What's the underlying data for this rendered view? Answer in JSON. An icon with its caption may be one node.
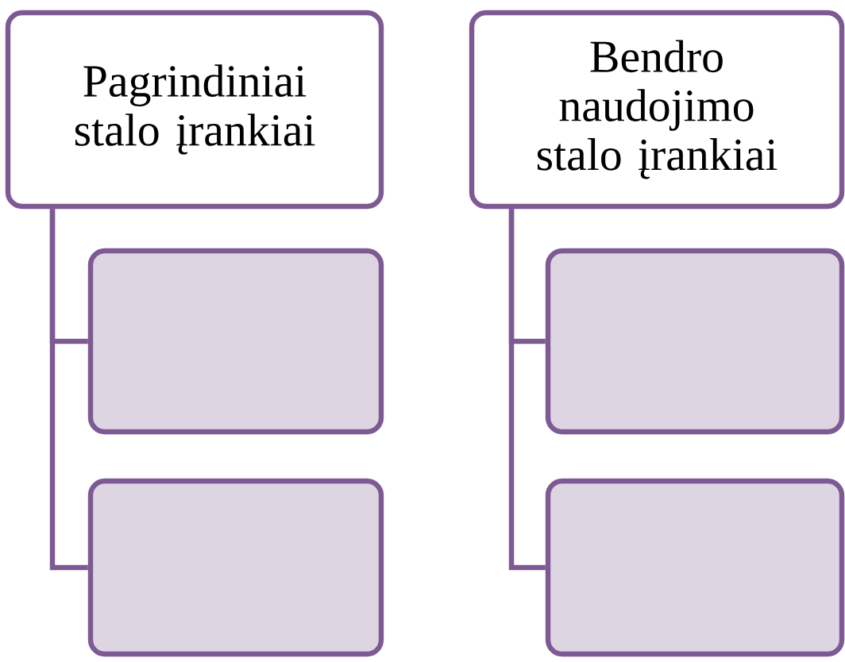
{
  "diagram": {
    "nodes": [
      {
        "text": [
          "Pagrindiniai stalo įrankiai"
        ]
      },
      {
        "text": [],
        "shape": "box"
      },
      {
        "text": [],
        "shape": "box"
      },
      {
        "text": [
          "Bendro naudojimo stalo įrankiai"
        ]
      },
      {
        "text": [],
        "shape": "box"
      },
      {
        "text": [],
        "shape": "box"
      }
    ],
    "edges": [
      {
        "from": 0,
        "to": 1,
        "arrow": "none"
      },
      {
        "from": 0,
        "to": 2,
        "arrow": "none"
      },
      {
        "from": 3,
        "to": 4,
        "arrow": "none"
      },
      {
        "from": 3,
        "to": 5,
        "arrow": "none"
      }
    ]
  }
}
